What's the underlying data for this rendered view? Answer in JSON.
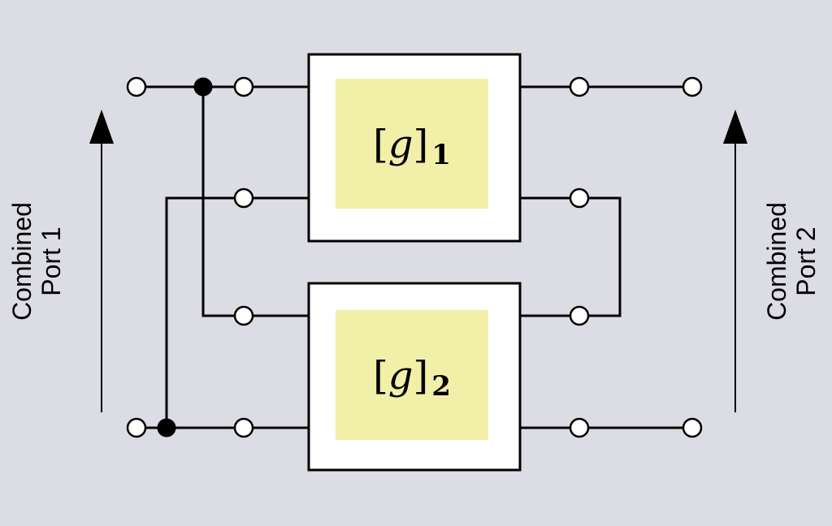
{
  "colors": {
    "background": "#dcdce4",
    "block_fill": "#ffffff",
    "parameter_fill": "#f2f0a8",
    "line": "#000000"
  },
  "blocks": [
    {
      "bracket_open": "[",
      "variable": "g",
      "bracket_close": "]",
      "subscript": "1"
    },
    {
      "bracket_open": "[",
      "variable": "g",
      "bracket_close": "]",
      "subscript": "2"
    }
  ],
  "ports": {
    "left": {
      "line1": "Combined",
      "line2": "Port 1"
    },
    "right": {
      "line1": "Combined",
      "line2": "Port 2"
    }
  }
}
